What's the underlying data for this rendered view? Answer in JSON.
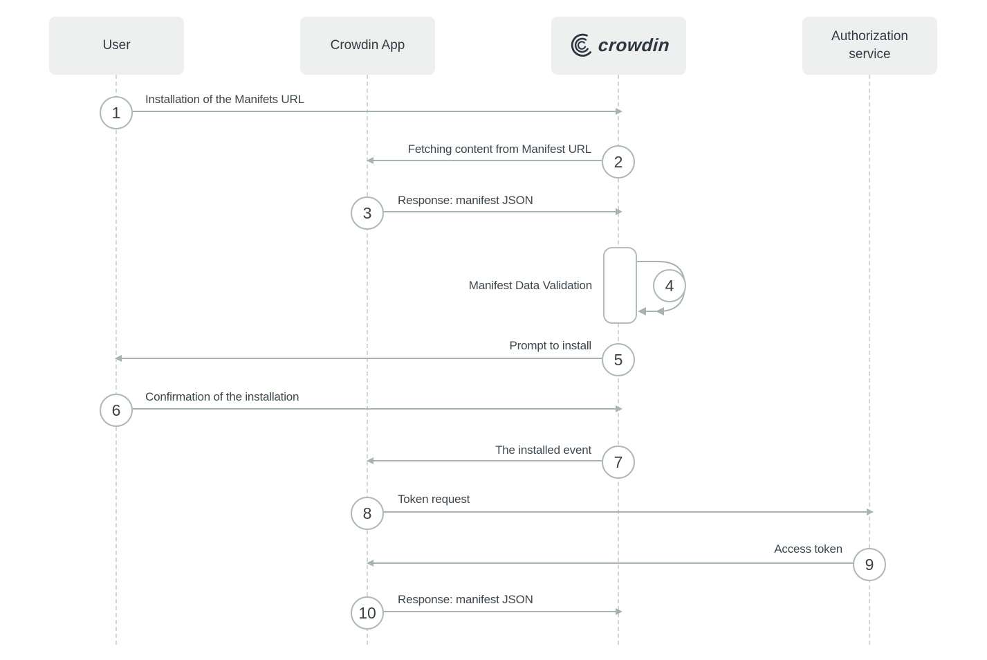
{
  "actors": [
    {
      "id": "user",
      "label": "User"
    },
    {
      "id": "crowdin-app",
      "label": "Crowdin App"
    },
    {
      "id": "crowdin",
      "label": "crowdin",
      "type": "logo"
    },
    {
      "id": "authorization-service",
      "label": "Authorization service"
    }
  ],
  "steps": [
    {
      "num": "1",
      "label": "Installation of the Manifets URL",
      "from": "user",
      "to": "crowdin"
    },
    {
      "num": "2",
      "label": "Fetching content from Manifest URL",
      "from": "crowdin",
      "to": "crowdin-app"
    },
    {
      "num": "3",
      "label": "Response: manifest JSON",
      "from": "crowdin-app",
      "to": "crowdin"
    },
    {
      "num": "4",
      "label": "Manifest Data Validation",
      "from": "crowdin",
      "to": "crowdin",
      "self": true
    },
    {
      "num": "5",
      "label": "Prompt to install",
      "from": "crowdin",
      "to": "user"
    },
    {
      "num": "6",
      "label": "Confirmation of the installation",
      "from": "user",
      "to": "crowdin"
    },
    {
      "num": "7",
      "label": "The installed event",
      "from": "crowdin",
      "to": "crowdin-app"
    },
    {
      "num": "8",
      "label": "Token request",
      "from": "crowdin-app",
      "to": "authorization-service"
    },
    {
      "num": "9",
      "label": "Access token",
      "from": "authorization-service",
      "to": "crowdin-app"
    },
    {
      "num": "10",
      "label": "Response: manifest JSON",
      "from": "crowdin-app",
      "to": "crowdin"
    }
  ],
  "colors": {
    "background": "#ffffff",
    "actor_box_bg": "#eef0f0",
    "actor_text": "#323a42",
    "arrow": "#a7b2b1",
    "circle_border": "#aeb9b8",
    "label_text": "#3e464d",
    "lifeline": "#d3d6d7",
    "logo_text": "#2e3640"
  }
}
